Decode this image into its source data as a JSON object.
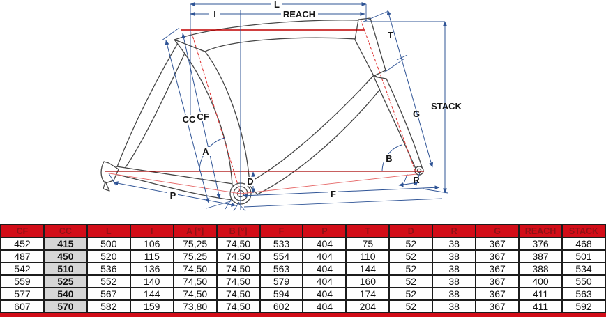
{
  "diagram": {
    "labels": {
      "L": "L",
      "I": "I",
      "REACH": "REACH",
      "T": "T",
      "G": "G",
      "STACK": "STACK",
      "CC": "CC",
      "CF": "CF",
      "A": "A",
      "B": "B",
      "D": "D",
      "P": "P",
      "F": "F",
      "R": "R"
    },
    "colors": {
      "dimension_blue": "#2f5496",
      "construction_red": "#c00000",
      "frame_gray": "#454545"
    }
  },
  "table": {
    "columns": [
      "CF",
      "CC",
      "L",
      "I",
      "A [°]",
      "B [°]",
      "F",
      "P",
      "T",
      "D",
      "R",
      "G",
      "REACH",
      "STACK"
    ],
    "highlight_col_index": 1,
    "rows": [
      [
        "452",
        "415",
        "500",
        "106",
        "75,25",
        "74,50",
        "533",
        "404",
        "75",
        "52",
        "38",
        "367",
        "376",
        "468"
      ],
      [
        "487",
        "450",
        "520",
        "115",
        "75,25",
        "74,50",
        "554",
        "404",
        "110",
        "52",
        "38",
        "367",
        "387",
        "501"
      ],
      [
        "542",
        "510",
        "536",
        "136",
        "74,50",
        "74,50",
        "563",
        "404",
        "144",
        "52",
        "38",
        "367",
        "388",
        "534"
      ],
      [
        "559",
        "525",
        "552",
        "140",
        "74,50",
        "74,50",
        "579",
        "404",
        "160",
        "52",
        "38",
        "367",
        "400",
        "550"
      ],
      [
        "577",
        "540",
        "567",
        "144",
        "74,50",
        "74,50",
        "594",
        "404",
        "174",
        "52",
        "38",
        "367",
        "411",
        "563"
      ],
      [
        "607",
        "570",
        "582",
        "159",
        "73,80",
        "74,50",
        "602",
        "404",
        "204",
        "52",
        "38",
        "367",
        "411",
        "592"
      ]
    ],
    "colors": {
      "header_bg": "#d20d18",
      "header_text": "#8c1216",
      "highlight_bg": "#d6d6d6"
    }
  }
}
